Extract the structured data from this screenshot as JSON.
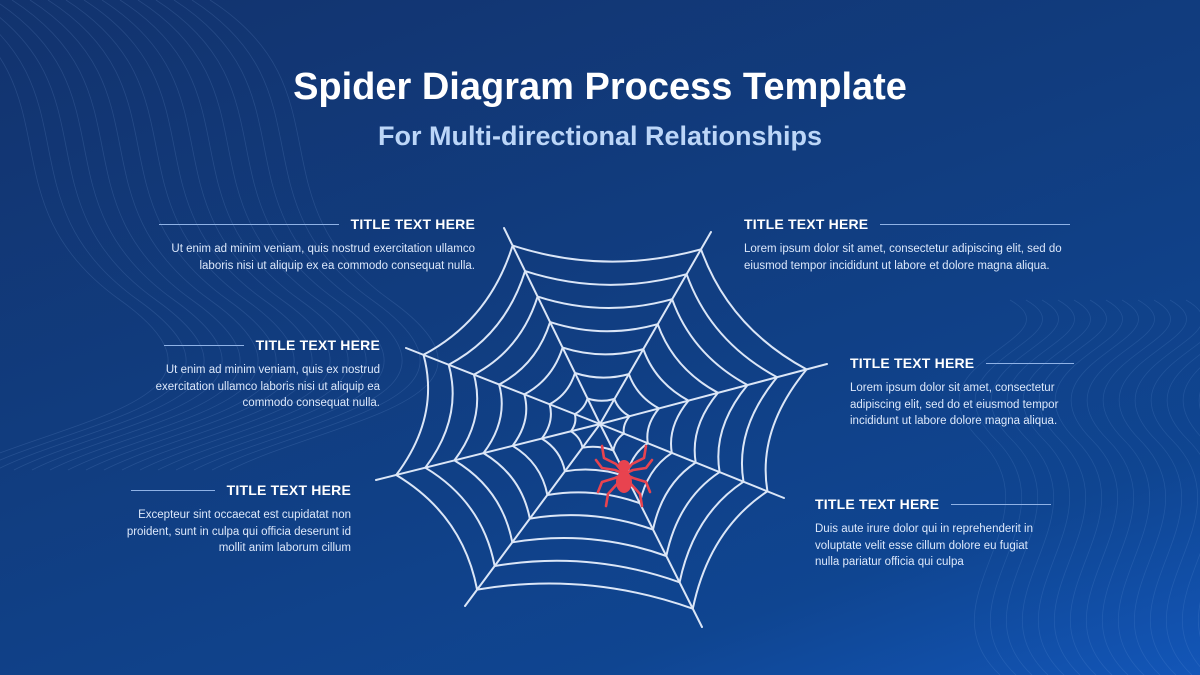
{
  "header": {
    "title": "Spider Diagram Process Template",
    "subtitle": "For Multi-directional Relationships"
  },
  "items": [
    {
      "title": "TITLE TEXT HERE",
      "body": "Ut enim ad minim veniam, quis nostrud exercitation ullamco laboris nisi ut aliquip ex ea commodo consequat nulla."
    },
    {
      "title": "TITLE TEXT HERE",
      "body": "Ut enim ad minim veniam, quis ex nostrud exercitation ullamco laboris nisi ut aliquip ea commodo consequat nulla."
    },
    {
      "title": "TITLE TEXT HERE",
      "body": "Excepteur sint occaecat est cupidatat non proident, sunt in culpa qui officia deserunt id mollit anim laborum cillum"
    },
    {
      "title": "TITLE TEXT HERE",
      "body": "Lorem ipsum dolor sit amet, consectetur adipiscing elit, sed do eiusmod tempor incididunt ut labore et dolore magna aliqua."
    },
    {
      "title": "TITLE TEXT HERE",
      "body": "Lorem ipsum dolor sit amet, consectetur adipiscing elit, sed do et eiusmod tempor incididunt ut labore dolore magna aliqua."
    },
    {
      "title": "TITLE TEXT HERE",
      "body": "Duis aute irure dolor qui in reprehenderit in voluptate velit esse cillum dolore eu fugiat nulla pariatur officia qui culpa"
    }
  ],
  "colors": {
    "background": "#113d80",
    "web_thread": "#dbe6f7",
    "spider": "#e8434f",
    "subtitle": "#bcd6f8"
  },
  "icons": {
    "center": "spider-icon",
    "diagram": "spider-web"
  }
}
